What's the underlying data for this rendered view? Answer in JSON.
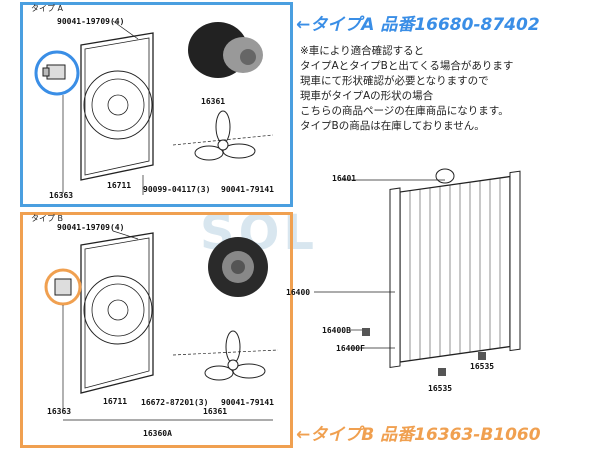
{
  "type_a": {
    "label": "←タイプA  品番16680-87402",
    "frame_label": "タイプ A",
    "parts": [
      "90041-19709(4)",
      "16361",
      "16363",
      "16711",
      "90099-04117(3)",
      "90041-79141"
    ]
  },
  "type_b": {
    "label": "←タイプB  品番16363-B1060",
    "frame_label": "タイプ B",
    "parts": [
      "90041-19709(4)",
      "16363",
      "16711",
      "16672-87201(3)",
      "16361",
      "90041-79141",
      "16360A"
    ]
  },
  "note_lines": [
    "※車により適合確認すると",
    "タイプAとタイプBと出てくる場合があります",
    "現車にて形状確認が必要となりますので",
    "現車がタイプAの形状の場合",
    "こちらの商品ページの在庫商品になります。",
    "タイプBの商品は在庫しておりません。"
  ],
  "radiator": {
    "parts": [
      "16401",
      "16400",
      "16400B",
      "16400F",
      "16535",
      "16535"
    ]
  },
  "watermark": "SOL",
  "colors": {
    "type_a": "#4a9fe0",
    "type_b": "#f0a050"
  }
}
